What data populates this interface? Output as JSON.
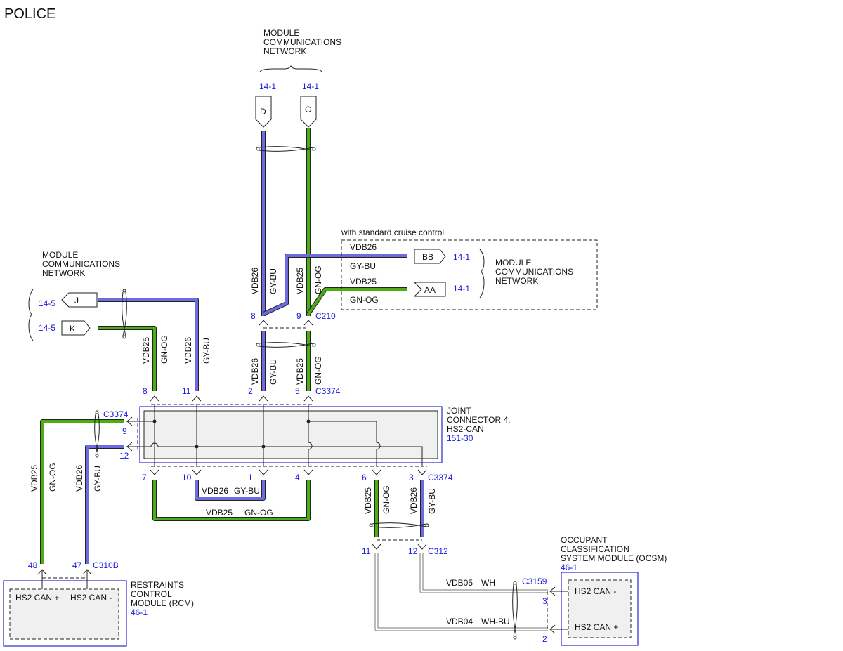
{
  "title": "POLICE",
  "network_label": [
    "MODULE",
    "COMMUNICATIONS",
    "NETWORK"
  ],
  "option_label": "with standard cruise control",
  "wires": {
    "vdb25": "VDB25",
    "vdb26": "VDB26",
    "gnog": "GN-OG",
    "gybu": "GY-BU",
    "vdb05": "VDB05",
    "wh": "WH",
    "vdb04": "VDB04",
    "whbu": "WH-BU"
  },
  "refs": {
    "r141": "14-1",
    "r145": "14-5"
  },
  "tags": {
    "d": "D",
    "c": "C",
    "bb": "BB",
    "aa": "AA",
    "j": "J",
    "k": "K"
  },
  "connectors": {
    "c210": "C210",
    "c3374": "C3374",
    "c310b": "C310B",
    "c312": "C312",
    "c3159": "C3159"
  },
  "pins": {
    "p1": "1",
    "p2": "2",
    "p3": "3",
    "p4": "4",
    "p5": "5",
    "p6": "6",
    "p7": "7",
    "p8": "8",
    "p9": "9",
    "p10": "10",
    "p11": "11",
    "p12": "12",
    "p47": "47",
    "p48": "48"
  },
  "joint_connector": {
    "name": [
      "JOINT",
      "CONNECTOR 4,",
      "HS2-CAN"
    ],
    "ref": "151-30"
  },
  "rcm": {
    "name": [
      "RESTRAINTS",
      "CONTROL",
      "MODULE (RCM)"
    ],
    "ref": "46-1",
    "pin_plus": "HS2 CAN +",
    "pin_minus": "HS2 CAN -"
  },
  "ocsm": {
    "name": [
      "OCCUPANT",
      "CLASSIFICATION",
      "SYSTEM MODULE (OCSM)"
    ],
    "ref": "46-1",
    "pin_minus": "HS2 CAN -",
    "pin_plus": "HS2 CAN +"
  },
  "colors": {
    "green": "#4cae12",
    "blue": "#6c6ce0",
    "link": "#1a1adc"
  }
}
